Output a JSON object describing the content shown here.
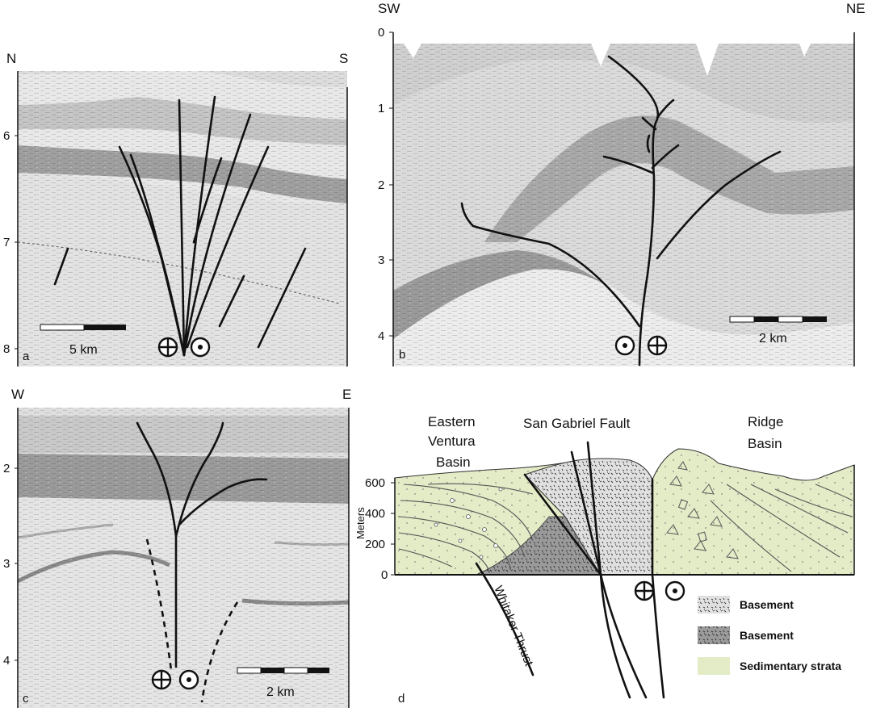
{
  "panels": {
    "a": {
      "letter": "a",
      "dir_left": "N",
      "dir_right": "S",
      "y_ticks": [
        "6",
        "7",
        "8"
      ],
      "scale_label": "5 km"
    },
    "b": {
      "letter": "b",
      "dir_left": "SW",
      "dir_right": "NE",
      "y_ticks": [
        "0",
        "1",
        "2",
        "3",
        "4"
      ],
      "scale_label": "2 km"
    },
    "c": {
      "letter": "c",
      "dir_left": "W",
      "dir_right": "E",
      "y_ticks": [
        "2",
        "3",
        "4"
      ],
      "scale_label": "2 km"
    },
    "d": {
      "letter": "d",
      "axis_title": "Meters",
      "y_ticks": [
        "600",
        "400",
        "200",
        "0"
      ],
      "labels": {
        "eastern_1": "Eastern",
        "eastern_2": "Ventura",
        "eastern_3": "Basin",
        "san_gabriel": "San Gabriel Fault",
        "ridge_1": "Ridge",
        "ridge_2": "Basin",
        "whitaker": "Whitaker Thrust"
      },
      "legend": [
        {
          "label": "Basement",
          "swatch": "light-speckle"
        },
        {
          "label": "Basement",
          "swatch": "dark-speckle"
        },
        {
          "label": "Sedimentary strata",
          "swatch": "pale-green"
        }
      ]
    }
  },
  "colors": {
    "seismic_light": "#e4e4e4",
    "seismic_mid": "#c2c2c2",
    "seismic_dark": "#9c9c9c",
    "strata_green": "#e3ecc7",
    "basement_light": "#d3d3d3",
    "basement_dark": "#8e8e8e"
  }
}
